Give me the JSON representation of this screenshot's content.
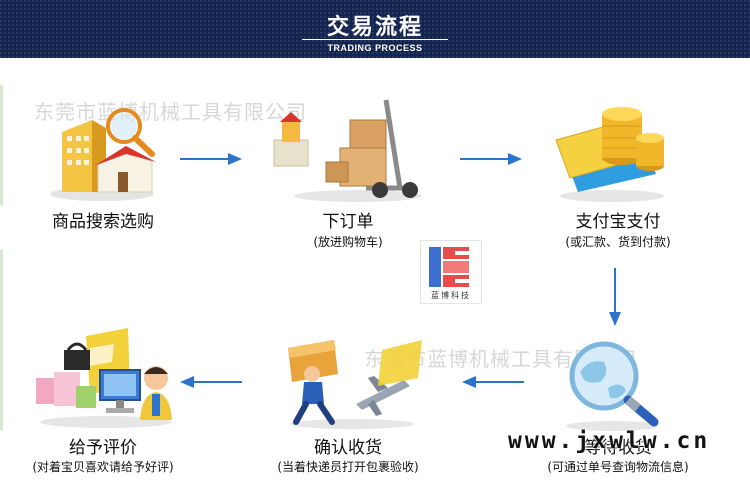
{
  "header": {
    "title": "交易流程",
    "subtitle": "TRADING PROCESS"
  },
  "steps": [
    {
      "label": "商品搜索选购",
      "sub": ""
    },
    {
      "label": "下订单",
      "sub": "(放进购物车)"
    },
    {
      "label": "支付宝支付",
      "sub": "(或汇款、货到付款)"
    },
    {
      "label": "等待收货",
      "sub": "(可通过单号查询物流信息)"
    },
    {
      "label": "确认收货",
      "sub": "(当着快递员打开包裹验收)"
    },
    {
      "label": "给予评价",
      "sub": "(对着宝贝喜欢请给予好评)"
    }
  ],
  "watermark": {
    "company": "东莞市蓝博机械工具有限公司",
    "site": "www.jxwlw.cn"
  },
  "logo": {
    "caption": "蓝博科技"
  },
  "colors": {
    "banner": "#13244f",
    "arrow": "#2b74c9"
  }
}
